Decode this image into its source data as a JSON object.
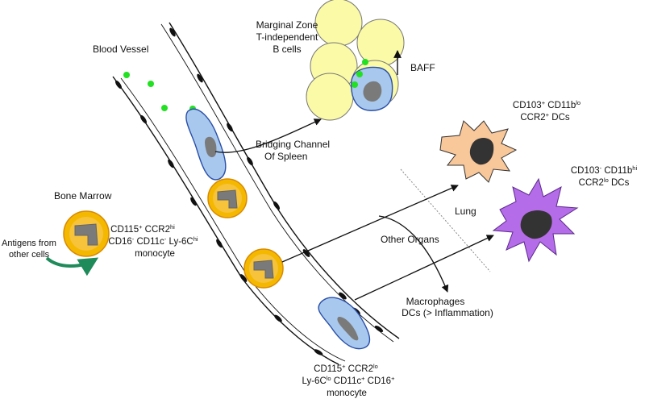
{
  "labels": {
    "blood_vessel": "Blood Vessel",
    "marginal_zone": [
      "Marginal Zone",
      "T-independent",
      "B cells"
    ],
    "baff": "BAFF",
    "bridging_channel": [
      "Bridging Channel",
      "Of Spleen"
    ],
    "bone_marrow": "Bone Marrow",
    "antigens": [
      "Antigens from",
      "other cells"
    ],
    "lung": "Lung",
    "other_organs": "Other Organs",
    "macrophages": [
      "Macrophages",
      "DCs (> Inflammation)"
    ]
  },
  "monocyte_hi": {
    "line1": [
      {
        "t": "CD115"
      },
      {
        "t": "+",
        "sup": true
      },
      {
        "t": " CCR2"
      },
      {
        "t": "hi",
        "sup": true
      }
    ],
    "line2": [
      {
        "t": "CD16"
      },
      {
        "t": "-",
        "sup": true
      },
      {
        "t": " CD11c"
      },
      {
        "t": "-",
        "sup": true
      },
      {
        "t": " Ly-6C"
      },
      {
        "t": "hi",
        "sup": true
      }
    ],
    "line3": [
      {
        "t": "monocyte"
      }
    ]
  },
  "monocyte_lo": {
    "line1": [
      {
        "t": "CD115"
      },
      {
        "t": "+",
        "sup": true
      },
      {
        "t": " CCR2"
      },
      {
        "t": "lo",
        "sup": true
      }
    ],
    "line2": [
      {
        "t": "Ly-6C"
      },
      {
        "t": "lo",
        "sup": true
      },
      {
        "t": " CD11c"
      },
      {
        "t": "+",
        "sup": true
      },
      {
        "t": " CD16"
      },
      {
        "t": "+",
        "sup": true
      }
    ],
    "line3": [
      {
        "t": "monocyte"
      }
    ]
  },
  "dc_cd103_pos": {
    "line1": [
      {
        "t": "CD103"
      },
      {
        "t": "+",
        "sup": true
      },
      {
        "t": " CD11b"
      },
      {
        "t": "lo",
        "sup": true
      }
    ],
    "line2": [
      {
        "t": "CCR2"
      },
      {
        "t": "+",
        "sup": true
      },
      {
        "t": " DCs"
      }
    ]
  },
  "dc_cd103_neg": {
    "line1": [
      {
        "t": "CD103"
      },
      {
        "t": "-",
        "sup": true
      },
      {
        "t": " CD11b"
      },
      {
        "t": "hi",
        "sup": true
      }
    ],
    "line2": [
      {
        "t": "CCR2"
      },
      {
        "t": "lo",
        "sup": true
      },
      {
        "t": " DCs"
      }
    ]
  },
  "colors": {
    "monocyte_fill": "#f5b800",
    "monocyte_inner": "#f6c33a",
    "nucleus": "#7a7a7a",
    "b_cell": "#fbfaa6",
    "patrolling_cell": "#a9c8ee",
    "antigen": "#22e022",
    "dc_orange": "#f8c79a",
    "dc_purple": "#b56ce8",
    "recycle_arrow": "#1f8a5a"
  }
}
